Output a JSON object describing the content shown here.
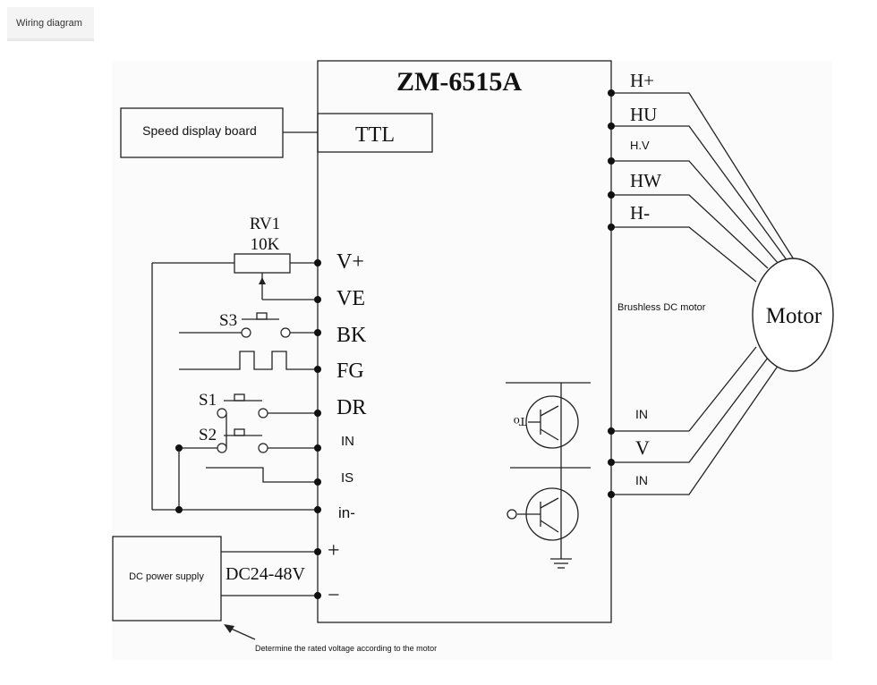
{
  "tab": {
    "label": "Wiring diagram"
  },
  "controller": {
    "model": "ZM-6515A",
    "ttl_label": "TTL",
    "left_pins": [
      "V+",
      "VE",
      "BK",
      "FG",
      "DR",
      "IN",
      "IS",
      "in-"
    ],
    "power_pins": [
      "+",
      "−"
    ],
    "right_hall_pins": [
      "H+",
      "HU",
      "H.V",
      "HW",
      "H-"
    ],
    "right_phase_pins": [
      "IN",
      "V",
      "IN"
    ],
    "motor_type_label": "Brushless DC motor"
  },
  "speed_display": {
    "label": "Speed display board"
  },
  "potentiometer": {
    "name": "RV1",
    "value": "10K"
  },
  "switches": {
    "s3": "S3",
    "s1": "S1",
    "s2": "S2"
  },
  "power_supply": {
    "label": "DC power supply",
    "voltage": "DC24-48V"
  },
  "motor": {
    "label": "Motor"
  },
  "note": {
    "text": "Determine the rated voltage according to the motor"
  },
  "transistor": {
    "to_label": "To"
  }
}
